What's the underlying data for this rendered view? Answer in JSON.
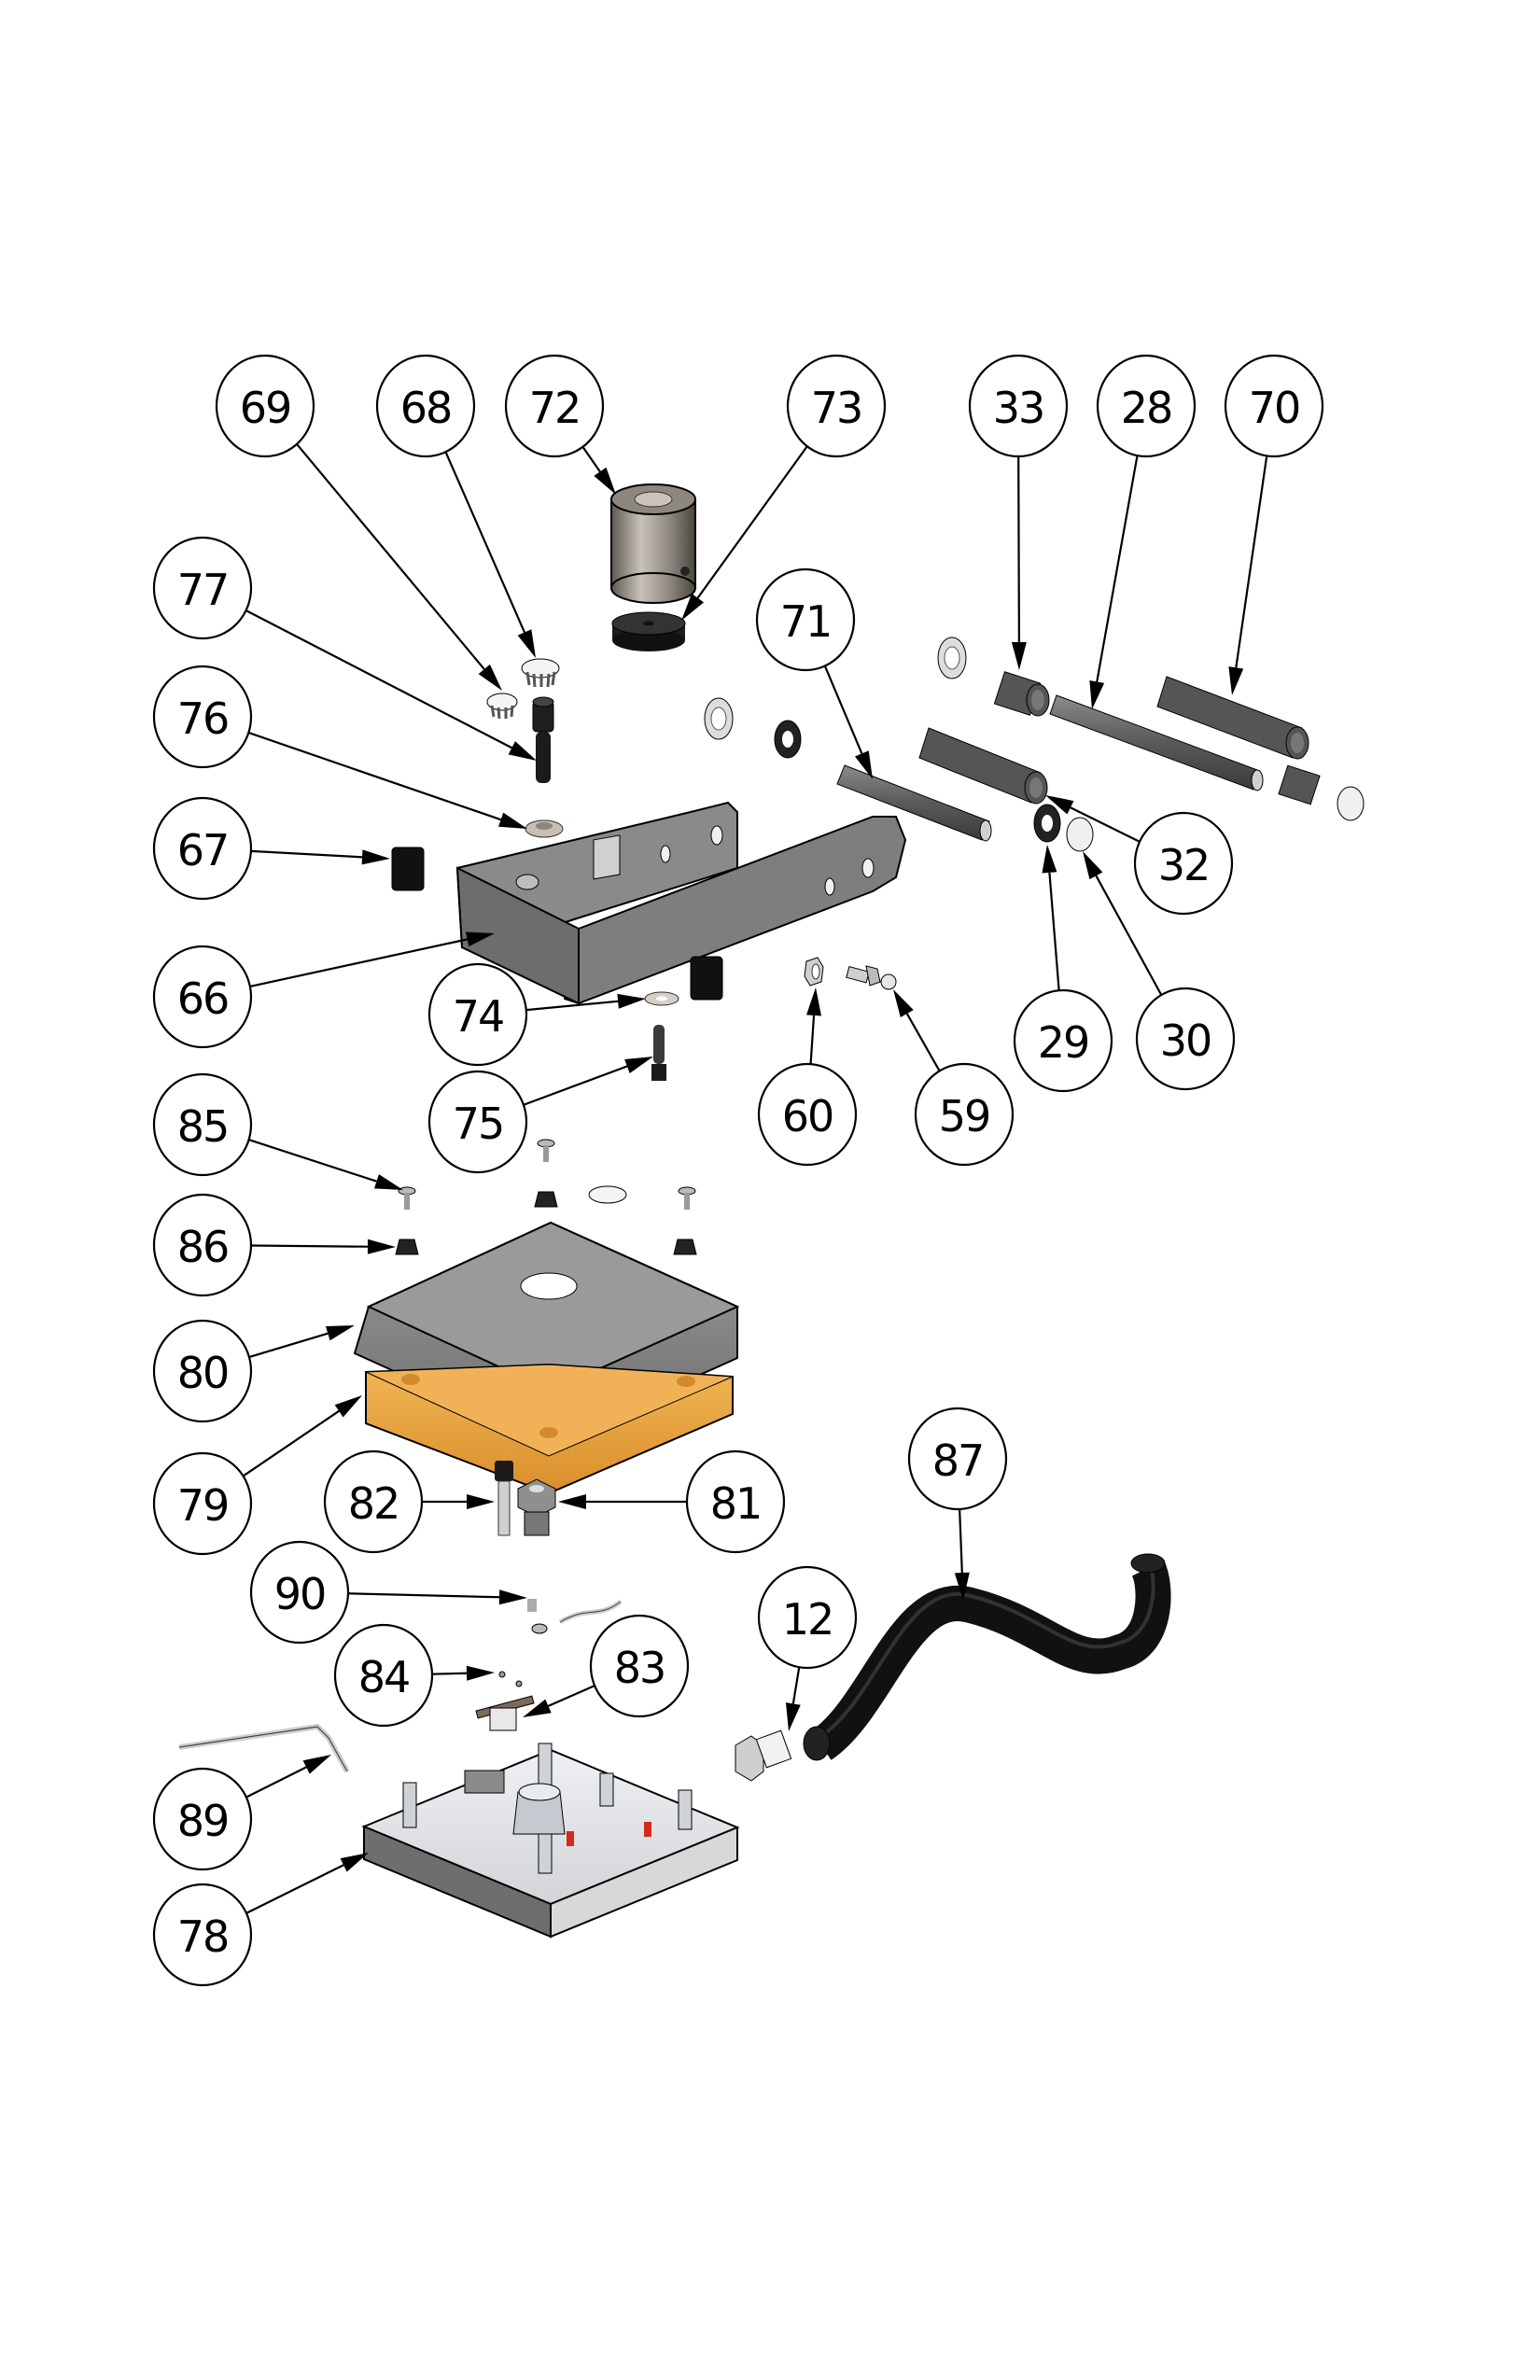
{
  "drawing": {
    "type": "exploded-assembly-parts-diagram",
    "background": "#ffffff",
    "colors": {
      "outline": "#000000",
      "steel": "#8a8a8a",
      "dark_part": "#2a2a2a",
      "light_metal": "#d9d9d9",
      "pad": "#e9a23b",
      "hose": "#151515",
      "accent_red": "#d22a1e"
    }
  },
  "callouts": [
    {
      "id": "69",
      "part": "hole-plug-small"
    },
    {
      "id": "68",
      "part": "hole-plug"
    },
    {
      "id": "72",
      "part": "cylinder-weight"
    },
    {
      "id": "73",
      "part": "rubber-disc"
    },
    {
      "id": "33",
      "part": "short-bushing"
    },
    {
      "id": "28",
      "part": "long-shaft"
    },
    {
      "id": "70",
      "part": "long-sleeve"
    },
    {
      "id": "77",
      "part": "socket-head-bolt"
    },
    {
      "id": "71",
      "part": "shaft"
    },
    {
      "id": "76",
      "part": "washer-spacer"
    },
    {
      "id": "67",
      "part": "square-end-cap"
    },
    {
      "id": "32",
      "part": "sleeve"
    },
    {
      "id": "66",
      "part": "frame-arm"
    },
    {
      "id": "74",
      "part": "flat-washer"
    },
    {
      "id": "29",
      "part": "rubber-washer"
    },
    {
      "id": "30",
      "part": "dome-cap"
    },
    {
      "id": "75",
      "part": "shoulder-bolt"
    },
    {
      "id": "60",
      "part": "hex-nut"
    },
    {
      "id": "59",
      "part": "ball-stud"
    },
    {
      "id": "85",
      "part": "flat-head-screw"
    },
    {
      "id": "86",
      "part": "rubber-grommet"
    },
    {
      "id": "80",
      "part": "housing-cover"
    },
    {
      "id": "79",
      "part": "foam-pad"
    },
    {
      "id": "82",
      "part": "shoulder-screw"
    },
    {
      "id": "81",
      "part": "hex-fitting"
    },
    {
      "id": "87",
      "part": "hose"
    },
    {
      "id": "90",
      "part": "ground-wire"
    },
    {
      "id": "12",
      "part": "hose-connector"
    },
    {
      "id": "84",
      "part": "small-screw"
    },
    {
      "id": "83",
      "part": "thermostat"
    },
    {
      "id": "89",
      "part": "heating-element"
    },
    {
      "id": "78",
      "part": "heat-platen"
    }
  ]
}
